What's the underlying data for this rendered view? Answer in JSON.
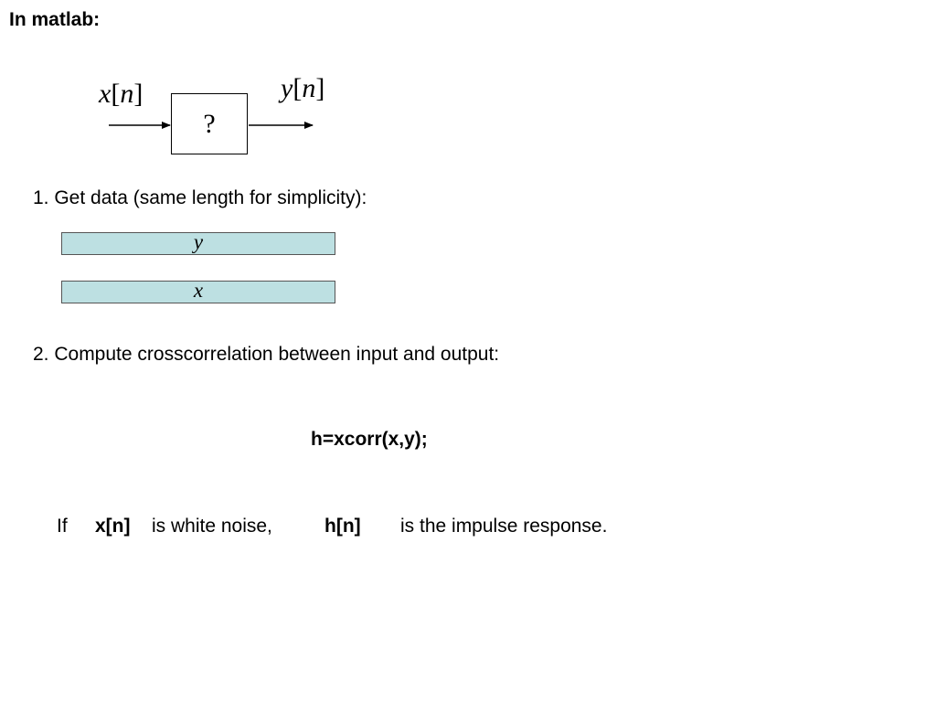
{
  "heading": "In matlab:",
  "diagram": {
    "input_signal": {
      "var": "x",
      "bracket_open": "[",
      "index": "n",
      "bracket_close": "]"
    },
    "output_signal": {
      "var": "y",
      "bracket_open": "[",
      "index": "n",
      "bracket_close": "]"
    },
    "system_label": "?"
  },
  "steps": {
    "step1": "1. Get data (same length for simplicity):",
    "step2": "2. Compute crosscorrelation between input and output:"
  },
  "data_bars": {
    "y_label": "y",
    "x_label": "x",
    "fill_color": "#bde0e2"
  },
  "code_line": "h=xcorr(x,y);",
  "note": {
    "if": "If",
    "input": "x[n]",
    "middle": "is white noise,",
    "output": "h[n]",
    "end": "is the impulse response."
  }
}
